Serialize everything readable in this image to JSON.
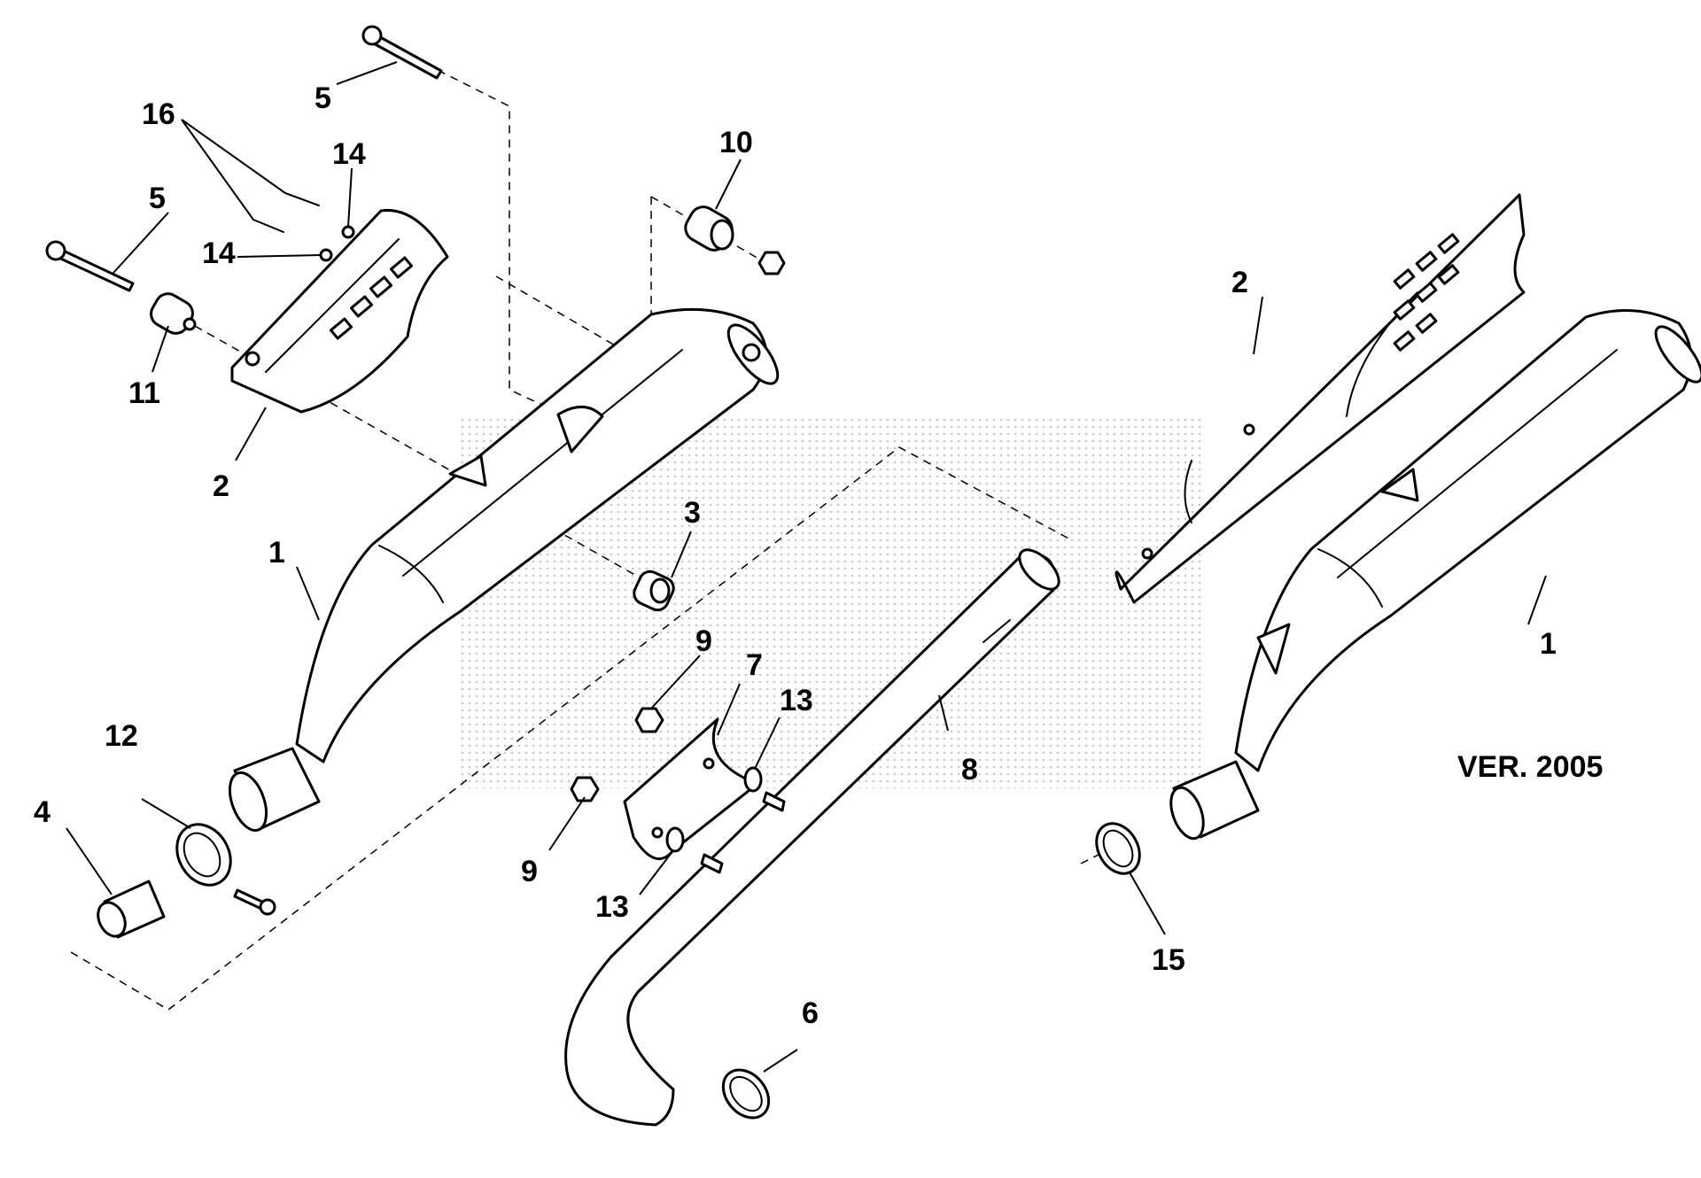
{
  "version_label": "VER. 2005",
  "callouts": {
    "c1_left": "1",
    "c1_right": "1",
    "c2_left": "2",
    "c2_right": "2",
    "c3": "3",
    "c4": "4",
    "c5_top": "5",
    "c5_mid": "5",
    "c6": "6",
    "c7": "7",
    "c8": "8",
    "c9_upper": "9",
    "c9_lower": "9",
    "c10": "10",
    "c11": "11",
    "c12": "12",
    "c13_upper": "13",
    "c13_lower": "13",
    "c14_upper": "14",
    "c14_lower": "14",
    "c15": "15",
    "c16": "16"
  },
  "colors": {
    "line": "#000000",
    "background": "#ffffff",
    "watermark": "#9a9a9a"
  }
}
